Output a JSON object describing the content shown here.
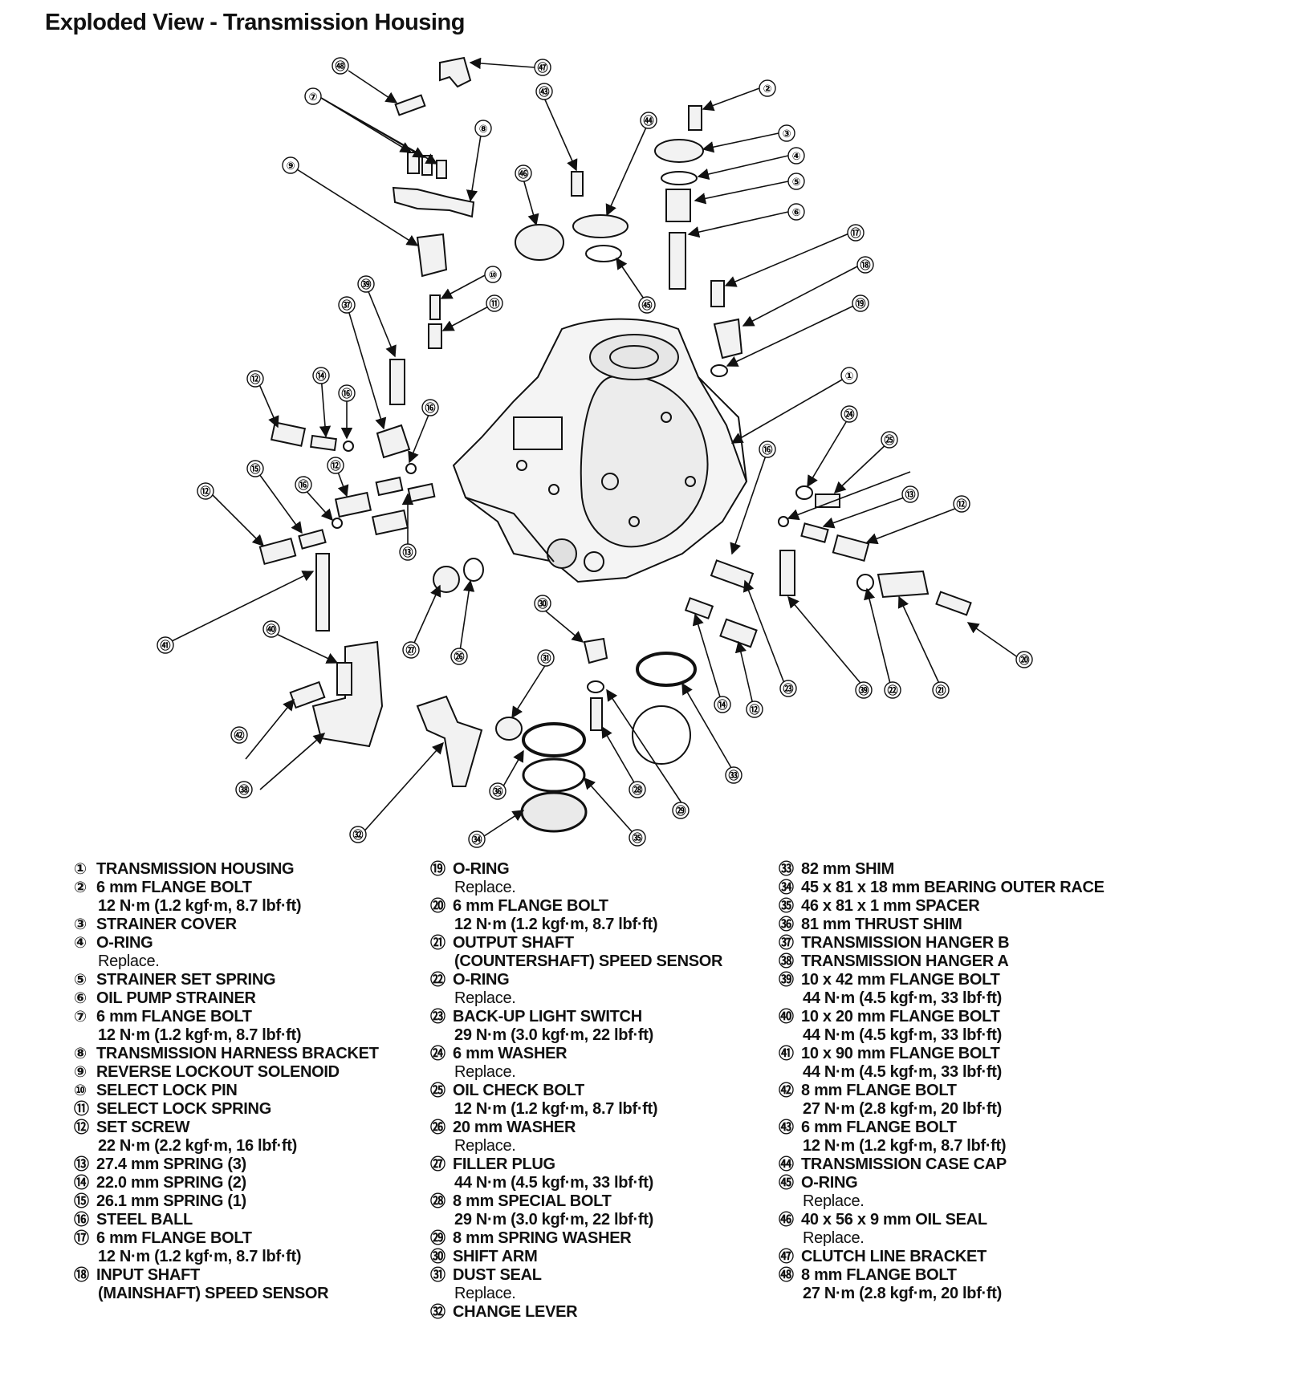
{
  "title": "Exploded View - Transmission Housing",
  "legend": {
    "col1": [
      {
        "num": "①",
        "name": "TRANSMISSION HOUSING",
        "subs": []
      },
      {
        "num": "②",
        "name": "6 mm FLANGE BOLT",
        "subs": [
          "12 N·m (1.2 kgf·m, 8.7 lbf·ft)"
        ]
      },
      {
        "num": "③",
        "name": "STRAINER COVER",
        "subs": []
      },
      {
        "num": "④",
        "name": "O-RING",
        "subs": [
          "Replace."
        ]
      },
      {
        "num": "⑤",
        "name": "STRAINER SET SPRING",
        "subs": []
      },
      {
        "num": "⑥",
        "name": "OIL PUMP STRAINER",
        "subs": []
      },
      {
        "num": "⑦",
        "name": "6 mm FLANGE BOLT",
        "subs": [
          "12 N·m (1.2 kgf·m, 8.7 lbf·ft)"
        ]
      },
      {
        "num": "⑧",
        "name": "TRANSMISSION HARNESS BRACKET",
        "subs": []
      },
      {
        "num": "⑨",
        "name": "REVERSE LOCKOUT SOLENOID",
        "subs": []
      },
      {
        "num": "⑩",
        "name": "SELECT LOCK PIN",
        "subs": []
      },
      {
        "num": "⑪",
        "name": "SELECT LOCK SPRING",
        "subs": []
      },
      {
        "num": "⑫",
        "name": "SET SCREW",
        "subs": [
          "22 N·m (2.2 kgf·m, 16 lbf·ft)"
        ]
      },
      {
        "num": "⑬",
        "name": "27.4 mm SPRING (3)",
        "subs": []
      },
      {
        "num": "⑭",
        "name": "22.0 mm SPRING (2)",
        "subs": []
      },
      {
        "num": "⑮",
        "name": "26.1 mm SPRING (1)",
        "subs": []
      },
      {
        "num": "⑯",
        "name": "STEEL BALL",
        "subs": []
      },
      {
        "num": "⑰",
        "name": "6 mm FLANGE BOLT",
        "subs": [
          "12 N·m (1.2 kgf·m, 8.7 lbf·ft)"
        ]
      },
      {
        "num": "⑱",
        "name": "INPUT SHAFT",
        "subs": [
          "(MAINSHAFT) SPEED SENSOR"
        ]
      }
    ],
    "col2": [
      {
        "num": "⑲",
        "name": "O-RING",
        "subs": [
          "Replace."
        ]
      },
      {
        "num": "⑳",
        "name": "6 mm FLANGE BOLT",
        "subs": [
          "12 N·m (1.2 kgf·m, 8.7 lbf·ft)"
        ]
      },
      {
        "num": "㉑",
        "name": "OUTPUT SHAFT",
        "subs": [
          "(COUNTERSHAFT) SPEED SENSOR"
        ]
      },
      {
        "num": "㉒",
        "name": "O-RING",
        "subs": [
          "Replace."
        ]
      },
      {
        "num": "㉓",
        "name": "BACK-UP LIGHT SWITCH",
        "subs": [
          "29 N·m (3.0 kgf·m, 22 lbf·ft)"
        ]
      },
      {
        "num": "㉔",
        "name": "6 mm WASHER",
        "subs": [
          "Replace."
        ]
      },
      {
        "num": "㉕",
        "name": "OIL CHECK BOLT",
        "subs": [
          "12 N·m (1.2 kgf·m, 8.7 lbf·ft)"
        ]
      },
      {
        "num": "㉖",
        "name": "20 mm WASHER",
        "subs": [
          "Replace."
        ]
      },
      {
        "num": "㉗",
        "name": "FILLER PLUG",
        "subs": [
          "44 N·m (4.5 kgf·m, 33 lbf·ft)"
        ]
      },
      {
        "num": "㉘",
        "name": "8 mm SPECIAL BOLT",
        "subs": [
          "29 N·m (3.0 kgf·m, 22 lbf·ft)"
        ]
      },
      {
        "num": "㉙",
        "name": "8 mm SPRING WASHER",
        "subs": []
      },
      {
        "num": "㉚",
        "name": "SHIFT ARM",
        "subs": []
      },
      {
        "num": "㉛",
        "name": "DUST SEAL",
        "subs": [
          "Replace."
        ]
      },
      {
        "num": "㉜",
        "name": "CHANGE LEVER",
        "subs": []
      }
    ],
    "col3": [
      {
        "num": "㉝",
        "name": "82 mm SHIM",
        "subs": []
      },
      {
        "num": "㉞",
        "name": "45 x 81 x 18 mm BEARING OUTER RACE",
        "subs": []
      },
      {
        "num": "㉟",
        "name": "46 x 81 x 1 mm SPACER",
        "subs": []
      },
      {
        "num": "㊱",
        "name": "81 mm THRUST SHIM",
        "subs": []
      },
      {
        "num": "㊲",
        "name": "TRANSMISSION HANGER B",
        "subs": []
      },
      {
        "num": "㊳",
        "name": "TRANSMISSION HANGER A",
        "subs": []
      },
      {
        "num": "㊴",
        "name": "10 x 42 mm FLANGE BOLT",
        "subs": [
          "44 N·m (4.5 kgf·m, 33 lbf·ft)"
        ]
      },
      {
        "num": "㊵",
        "name": "10 x 20 mm FLANGE BOLT",
        "subs": [
          "44 N·m (4.5 kgf·m, 33 lbf·ft)"
        ]
      },
      {
        "num": "㊶",
        "name": "10 x 90 mm FLANGE BOLT",
        "subs": [
          "44 N·m (4.5 kgf·m, 33 lbf·ft)"
        ]
      },
      {
        "num": "㊷",
        "name": "8 mm FLANGE BOLT",
        "subs": [
          "27 N·m (2.8 kgf·m, 20 lbf·ft)"
        ]
      },
      {
        "num": "㊸",
        "name": "6 mm FLANGE BOLT",
        "subs": [
          "12 N·m (1.2 kgf·m, 8.7 lbf·ft)"
        ]
      },
      {
        "num": "㊹",
        "name": "TRANSMISSION CASE CAP",
        "subs": []
      },
      {
        "num": "㊺",
        "name": "O-RING",
        "subs": [
          "Replace."
        ]
      },
      {
        "num": "㊻",
        "name": "40 x 56 x 9 mm OIL SEAL",
        "subs": [
          "Replace."
        ]
      },
      {
        "num": "㊼",
        "name": "CLUTCH LINE BRACKET",
        "subs": []
      },
      {
        "num": "㊽",
        "name": "8 mm FLANGE BOLT",
        "subs": [
          "27 N·m (2.8 kgf·m, 20 lbf·ft)"
        ]
      }
    ]
  },
  "callouts": [
    "㊽",
    "㊼",
    "⑦",
    "㊸",
    "㊹",
    "②",
    "⑧",
    "③",
    "④",
    "⑤",
    "⑨",
    "㊻",
    "⑥",
    "⑰",
    "⑩",
    "⑱",
    "⑪",
    "㊺",
    "⑲",
    "㊴",
    "㊲",
    "①",
    "⑫",
    "⑭",
    "⑯",
    "⑯",
    "㉔",
    "㉕",
    "⑯",
    "⑬",
    "⑫",
    "⑫",
    "⑮",
    "⑯",
    "⑫",
    "⑬",
    "㉚",
    "㊶",
    "㊵",
    "㉗",
    "㉖",
    "㉓",
    "㊴",
    "㉒",
    "㉑",
    "⑳",
    "㉛",
    "⑭",
    "⑫",
    "㊷",
    "㉝",
    "㊳",
    "㉘",
    "㊱",
    "㉙",
    "㉞",
    "㉟",
    "㉜"
  ]
}
